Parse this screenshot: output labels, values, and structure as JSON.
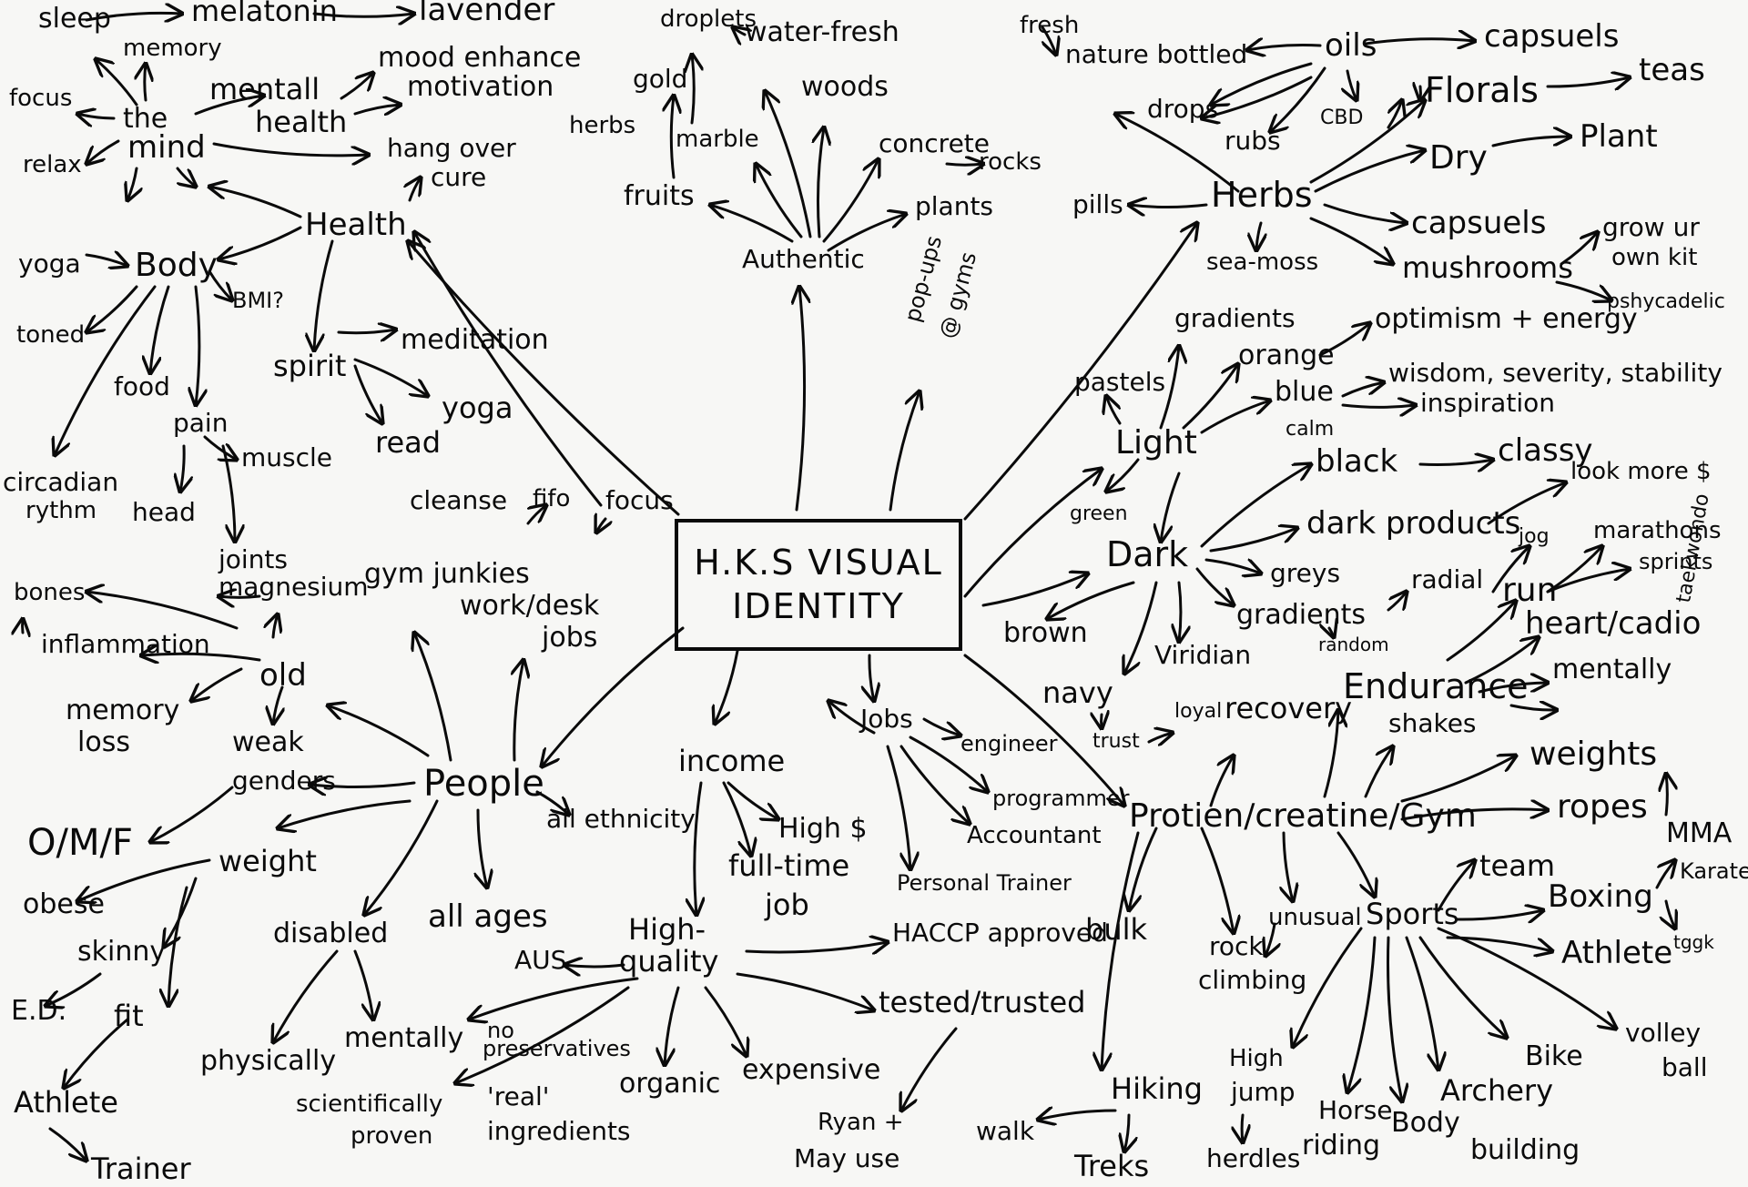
{
  "colors": {
    "ink": "#0a0a0a",
    "paper": "#f7f7f5"
  },
  "center": {
    "line1": "H.K.S VISUAL",
    "line2": "IDENTITY"
  },
  "nodes": {
    "sleep": "sleep",
    "melatonin": "melatonin",
    "lavender": "lavender",
    "memory": "memory",
    "focus_mind": "focus",
    "the": "the",
    "mind": "mind",
    "relax": "relax",
    "mentall": "mentall",
    "health_mind": "health",
    "mood_enhance": "mood enhance",
    "motivation": "motivation",
    "hang_over": "hang over",
    "cure": "cure",
    "health": "Health",
    "yoga_body": "yoga",
    "body": "Body",
    "bmi": "BMI?",
    "toned": "toned",
    "food": "food",
    "pain": "pain",
    "muscle": "muscle",
    "head": "head",
    "circadian": "circadian",
    "rythm": "rythm",
    "spirit": "spirit",
    "meditation": "meditation",
    "yoga_spirit": "yoga",
    "read": "read",
    "joints": "joints",
    "magnesium": "magnesium",
    "bones": "bones",
    "inflammation": "inflammation",
    "old": "old",
    "memory_loss1": "memory",
    "memory_loss2": "loss",
    "weak": "weak",
    "cleanse": "cleanse",
    "fifo": "fifo",
    "focus_center": "focus",
    "gym_junkies": "gym junkies",
    "work_desk": "work/desk",
    "jobs_desk": "jobs",
    "genders": "genders",
    "people": "People",
    "omf": "O/M/F",
    "weight": "weight",
    "obese": "obese",
    "skinny": "skinny",
    "ed": "E.D.",
    "fit": "fit",
    "athlete_left": "Athlete",
    "trainer": "Trainer",
    "disabled": "disabled",
    "physically": "physically",
    "mentally_left": "mentally",
    "all_ages": "all ages",
    "all_ethnicity": "all ethnicity",
    "droplets": "droplets",
    "herbs_auth": "herbs",
    "gold": "gold",
    "water_fresh": "water-fresh",
    "woods": "woods",
    "marble": "marble",
    "fruits": "fruits",
    "concrete": "concrete",
    "rocks": "rocks",
    "plants": "plants",
    "authentic": "Authentic",
    "popups": "pop-ups",
    "gyms": "@ gyms",
    "income": "income",
    "high_dollar": "High $",
    "full_time": "full-time",
    "job": "job",
    "high_quality1": "High-",
    "high_quality2": "quality",
    "aus": "AUS",
    "haccp": "HACCP approved",
    "tested": "tested/trusted",
    "no_pres1": "no",
    "no_pres2": "preservatives",
    "sci1": "scientifically",
    "sci2": "proven",
    "real1": "'real'",
    "real2": "ingredients",
    "organic": "organic",
    "expensive": "expensive",
    "ryan1": "Ryan +",
    "ryan2": "May use",
    "jobs": "Jobs",
    "engineer": "engineer",
    "programmer": "programmer",
    "accountant": "Accountant",
    "personal_trainer": "Personal Trainer",
    "fresh": "fresh",
    "nature_bottled": "nature bottled",
    "oils": "oils",
    "capsuels_oils": "capsuels",
    "drops": "drops",
    "rubs": "rubs",
    "cbd": "CBD",
    "florals": "Florals",
    "teas": "teas",
    "dry": "Dry",
    "plant": "Plant",
    "pills": "pills",
    "herbs": "Herbs",
    "capsuels_herbs": "capsuels",
    "sea_moss": "sea-moss",
    "mushrooms": "mushrooms",
    "grow1": "grow ur",
    "grow2": "own kit",
    "psychadelic": "pshycadelic",
    "gradients_light": "gradients",
    "pastels": "pastels",
    "orange": "orange",
    "optimism": "optimism + energy",
    "blue": "blue",
    "wisdom": "wisdom, severity, stability",
    "inspiration": "inspiration",
    "calm": "calm",
    "light": "Light",
    "green": "green",
    "black": "black",
    "classy": "classy",
    "look_more": "look more $",
    "dark_products": "dark products",
    "dark": "Dark",
    "greys": "greys",
    "jog": "jog",
    "marathons": "marathons",
    "sprints": "sprints",
    "radial": "radial",
    "run": "run",
    "gradients_dark": "gradients",
    "random": "random",
    "heart": "heart/cadio",
    "brown": "brown",
    "viridian": "Viridian",
    "navy": "navy",
    "trust": "trust",
    "loyal": "loyal",
    "recovery": "recovery",
    "endurance": "Endurance",
    "mentally_right": "mentally",
    "taekwondo": "taekwondo",
    "shakes": "shakes",
    "weights": "weights",
    "protien": "Protien/creatine/Gym",
    "ropes": "ropes",
    "mma": "MMA",
    "karate": "Karate",
    "team": "team",
    "bulk": "bulk",
    "unusual": "unusual",
    "sports": "Sports",
    "boxing": "Boxing",
    "rock1": "rock",
    "rock2": "climbing",
    "athlete_right": "Athlete",
    "tggk": "tggk",
    "bike": "Bike",
    "volley1": "volley",
    "volley2": "ball",
    "hiking": "Hiking",
    "walk": "walk",
    "treks": "Treks",
    "high_jump1": "High",
    "high_jump2": "jump",
    "hurdles": "herdles",
    "horse1": "Horse",
    "horse2": "riding",
    "body_building1": "Body",
    "body_building2": "building",
    "archery": "Archery"
  }
}
